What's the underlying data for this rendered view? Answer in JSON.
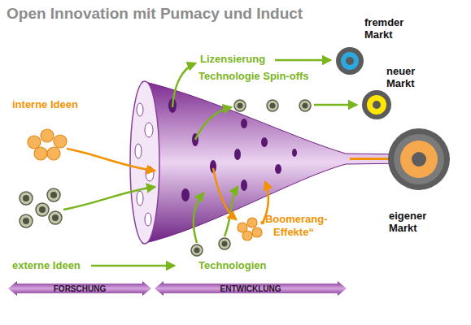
{
  "diagram": {
    "title": "Open Innovation mit Pumacy und Induct",
    "nodes": [
      {
        "text": [
          "fremder Markt"
        ]
      },
      {
        "text": [
          "neuer Markt"
        ]
      },
      {
        "text": [
          "eigener Markt"
        ]
      },
      {
        "text": [
          "FORSCHUNG"
        ]
      },
      {
        "text": [
          "ENTWICKLUNG"
        ]
      }
    ],
    "labels": [
      "interne Ideen",
      "Lizensierung",
      "Technologie Spin-offs",
      "„Boomerang- Effekte“",
      "externe Ideen",
      "Technologien"
    ]
  }
}
